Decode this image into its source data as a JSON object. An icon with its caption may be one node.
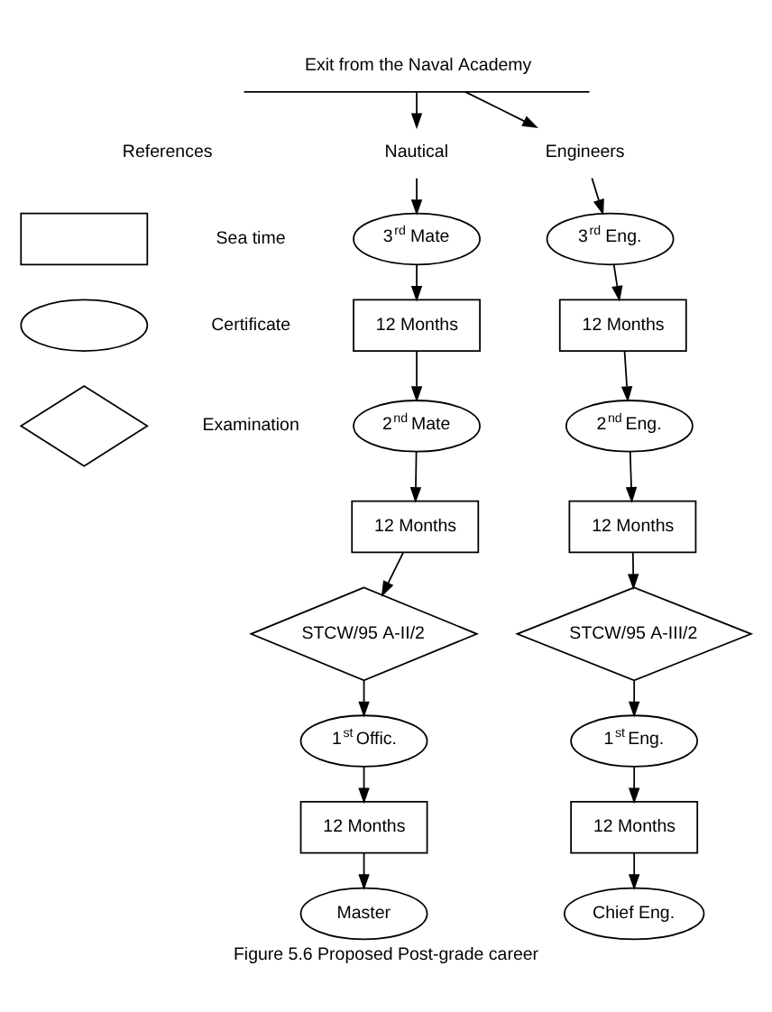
{
  "diagram": {
    "caption": "Figure 5.6 Proposed Post-grade career",
    "nodes": [
      {
        "text": [
          "Exit from the Naval Academy"
        ]
      },
      {
        "text": [
          "Nautical"
        ]
      },
      {
        "text": [
          "Engineers"
        ]
      },
      {
        "text": [
          "3$^{rd}$ Mate"
        ]
      },
      {
        "text": [
          "3$^{rd}$ Eng."
        ]
      },
      {
        "text": [
          "12 Months"
        ]
      },
      {
        "text": [
          "12 Months"
        ]
      },
      {
        "text": [
          "2$^{nd}$ Mate"
        ]
      },
      {
        "text": [
          "2$^{nd}$ Eng."
        ]
      },
      {
        "text": [
          "12 Months"
        ]
      },
      {
        "text": [
          "12 Months"
        ]
      },
      {
        "text": [
          "STCW/95 A-II/2"
        ]
      },
      {
        "text": [
          "STCW/95 A-III/2"
        ]
      },
      {
        "text": [
          "1$^{st}$ Offic."
        ]
      },
      {
        "text": [
          "1$^{st}$ Eng."
        ]
      },
      {
        "text": [
          "12 Months"
        ]
      },
      {
        "text": [
          "12 Months"
        ]
      },
      {
        "text": [
          "Master"
        ]
      },
      {
        "text": [
          "Chief Eng."
        ]
      },
      {
        "text": [],
        "shape": "box"
      },
      {
        "text": [],
        "shape": "ellipse"
      },
      {
        "text": [],
        "shape": "diamond"
      }
    ],
    "edges": [
      {
        "from": 0,
        "to": 1,
        "arrow": "to"
      },
      {
        "from": 0,
        "to": 2,
        "arrow": "to"
      },
      {
        "from": 1,
        "to": 3,
        "arrow": "to"
      },
      {
        "from": 2,
        "to": 4,
        "arrow": "to"
      },
      {
        "from": 3,
        "to": 5,
        "arrow": "to"
      },
      {
        "from": 4,
        "to": 6,
        "arrow": "to"
      },
      {
        "from": 5,
        "to": 7,
        "arrow": "to"
      },
      {
        "from": 6,
        "to": 8,
        "arrow": "to"
      },
      {
        "from": 7,
        "to": 9,
        "arrow": "to"
      },
      {
        "from": 8,
        "to": 10,
        "arrow": "to"
      },
      {
        "from": 9,
        "to": 11,
        "arrow": "to"
      },
      {
        "from": 10,
        "to": 12,
        "arrow": "to"
      },
      {
        "from": 11,
        "to": 13,
        "arrow": "to"
      },
      {
        "from": 12,
        "to": 14,
        "arrow": "to"
      },
      {
        "from": 13,
        "to": 15,
        "arrow": "to"
      },
      {
        "from": 14,
        "to": 16,
        "arrow": "to"
      },
      {
        "from": 15,
        "to": 17,
        "arrow": "to"
      },
      {
        "from": 16,
        "to": 18,
        "arrow": "to"
      }
    ],
    "labels": [
      "References"
    ],
    "legend": [
      {
        "text": "Sea time"
      },
      {
        "text": "Certificate"
      },
      {
        "text": "Examination"
      }
    ]
  }
}
